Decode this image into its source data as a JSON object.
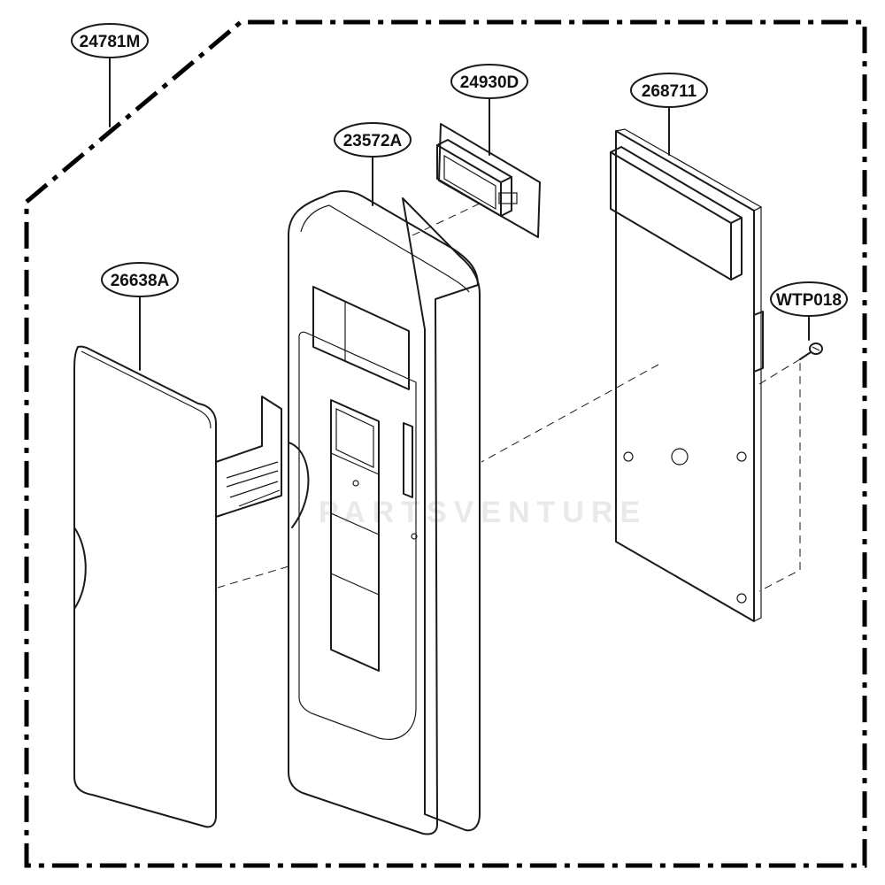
{
  "diagram": {
    "callouts": {
      "assembly": "24781M",
      "controller_bracket": "24930D",
      "control_panel": "23572A",
      "pcb": "268711",
      "membrane_switch": "26638A",
      "screw": "WTP018"
    },
    "watermark": "PARTSVENTURE"
  }
}
